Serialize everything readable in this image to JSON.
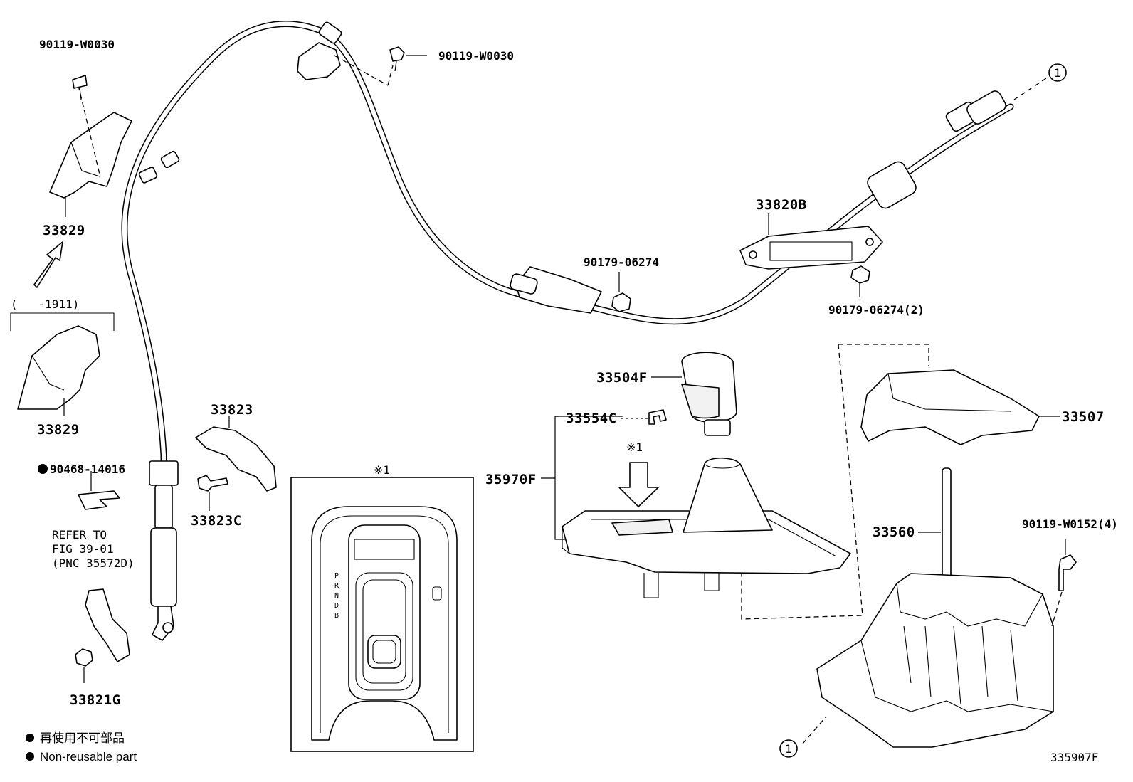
{
  "labels": {
    "p90119_top_left": "90119-W0030",
    "p90119_top_mid": "90119-W0030",
    "p33829_upper": "33829",
    "date_range": "(   -1911)",
    "p33829_lower": "33829",
    "p90468": "90468-14016",
    "refer_line1": "REFER TO",
    "refer_line2": "FIG 39-01",
    "refer_line3": "(PNC 35572D)",
    "p33821g": "33821G",
    "p33823": "33823",
    "p33823c": "33823C",
    "inset_mark": "※1",
    "p90179_single": "90179-06274",
    "p33820b": "33820B",
    "p90179_double": "90179-06274(2)",
    "p33504f": "33504F",
    "p33554c": "33554C",
    "mark_arrow": "※1",
    "p35970f": "35970F",
    "p33507": "33507",
    "p33560": "33560",
    "p90119_w0152": "90119-W0152(4)",
    "circle_ref_top": "1",
    "circle_ref_bottom": "1",
    "gear_pos": [
      "P",
      "R",
      "N",
      "D",
      "B"
    ],
    "figure_code": "335907F"
  },
  "legend": {
    "jp": "再使用不可部品",
    "en": "Non-reusable part"
  }
}
